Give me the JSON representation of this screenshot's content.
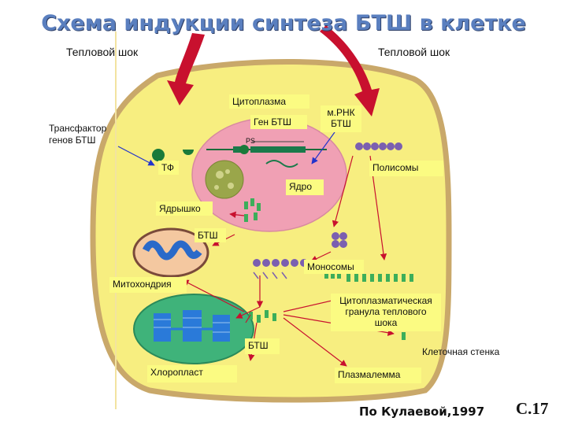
{
  "title": "Схема индукции синтеза БТШ в клетке",
  "labels": {
    "heat_shock_left": "Тепловой шок",
    "heat_shock_right": "Тепловой шок",
    "cytoplasm": "Цитоплазма",
    "hsp_gene": "Ген БТШ",
    "mrna": "м.РНК\nБТШ",
    "transfactor": "Трансфактор\nгенов БТШ",
    "tf": "ТФ",
    "polysomes": "Полисомы",
    "nucleus": "Ядро",
    "nucleolus": "Ядрышко",
    "hsp_top": "БТШ",
    "monosomes": "Моносомы",
    "mitochondrion": "Митохондрия",
    "stress_granule": "Цитоплазматическая гранула теплового шока",
    "hsp_bottom": "БТШ",
    "cell_wall": "Клеточная стенка",
    "chloroplast": "Хлоропласт",
    "plasmalemma": "Плазмалемма",
    "ps_marker": "PS"
  },
  "footer": {
    "author": "По Кулаевой,1997",
    "page": "С.17"
  },
  "colors": {
    "cell_fill": "#f7ee80",
    "cell_wall": "#c9a86a",
    "nucleus_fill": "#f0a0b4",
    "arrow_red": "#c8102e",
    "label_box": "#fbfb82",
    "hsp_green": "#3cae5a",
    "ribosome_purple": "#7b5fb0"
  }
}
